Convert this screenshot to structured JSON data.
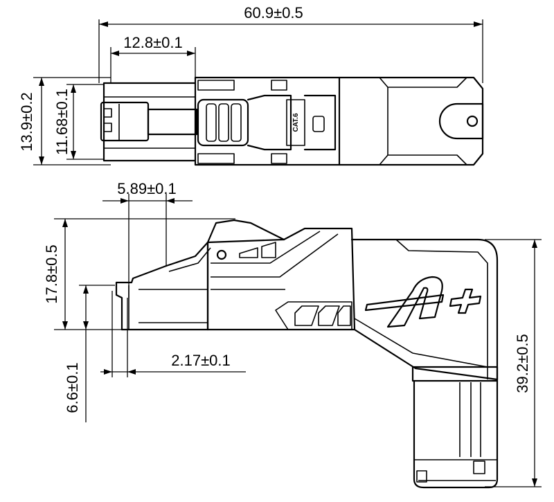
{
  "dimensions": {
    "overall_length": "60.9±0.5",
    "plug_length": "12.8±0.1",
    "top_height": "13.9±0.2",
    "top_inner_height": "11.68±0.1",
    "latch_width": "5.89±0.1",
    "side_height": "17.8±0.5",
    "plug_height": "6.6±0.1",
    "tab_width": "2.17±0.1",
    "total_height": "39.2±0.5"
  },
  "labels": {
    "category": "CAT.6"
  },
  "colors": {
    "line": "#000000",
    "background": "#ffffff"
  }
}
